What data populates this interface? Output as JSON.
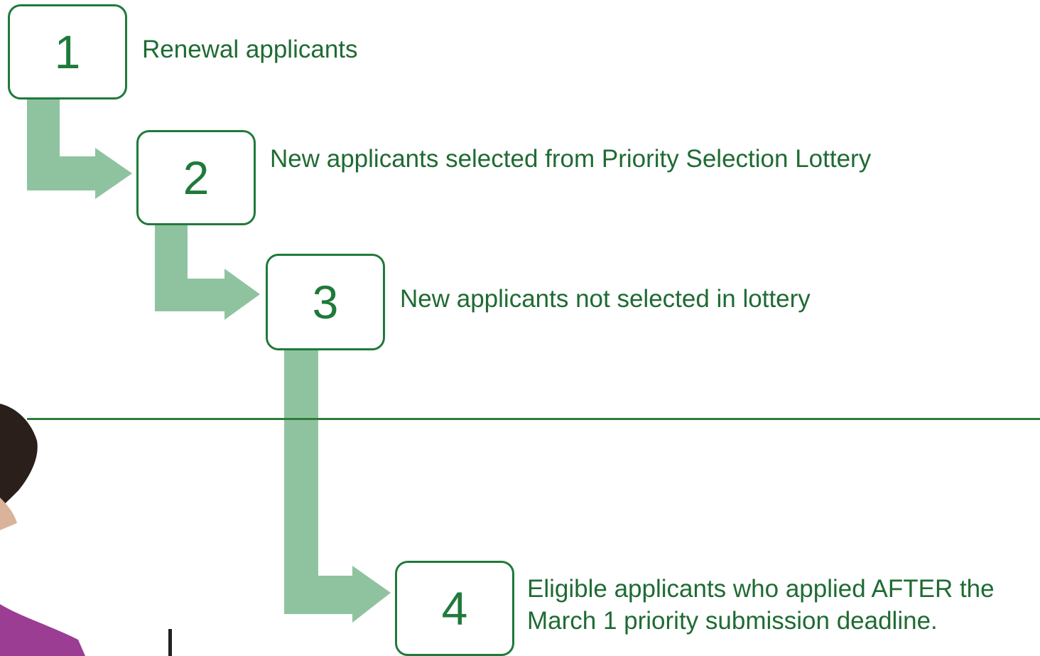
{
  "diagram": {
    "colors": {
      "box_border": "#1f7a3a",
      "text": "#1f6b33",
      "arrow": "#8fc3a0",
      "divider": "#2e7d3a"
    },
    "steps": [
      {
        "number": "1",
        "text": "Renewal applicants"
      },
      {
        "number": "2",
        "text": "New applicants selected from Priority Selection Lottery"
      },
      {
        "number": "3",
        "text": "New applicants not selected in lottery"
      },
      {
        "number": "4",
        "text": "Eligible applicants who applied AFTER the March 1 priority submission deadline."
      }
    ]
  }
}
